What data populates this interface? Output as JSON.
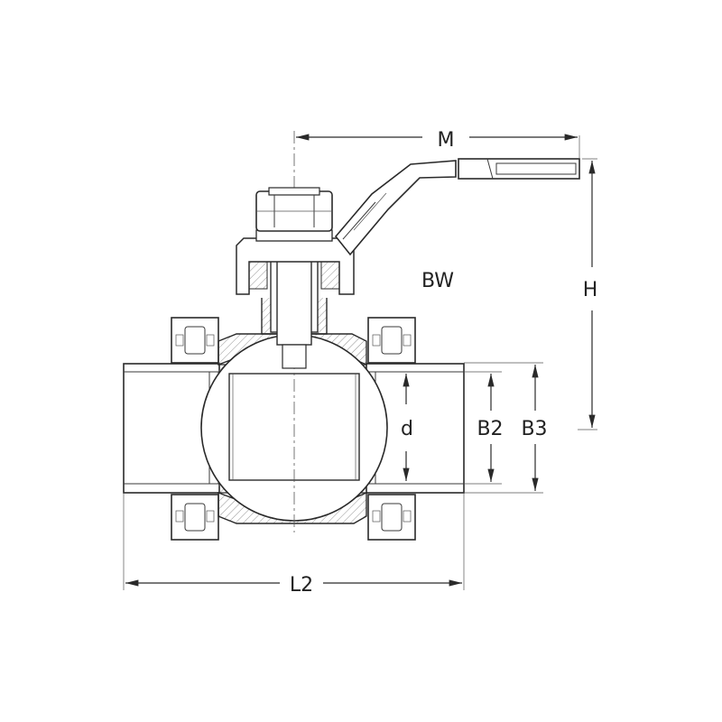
{
  "labels": {
    "m": "M",
    "h": "H",
    "bw": "BW",
    "d": "d",
    "b2": "B2",
    "b3": "B3",
    "l2": "L2"
  }
}
